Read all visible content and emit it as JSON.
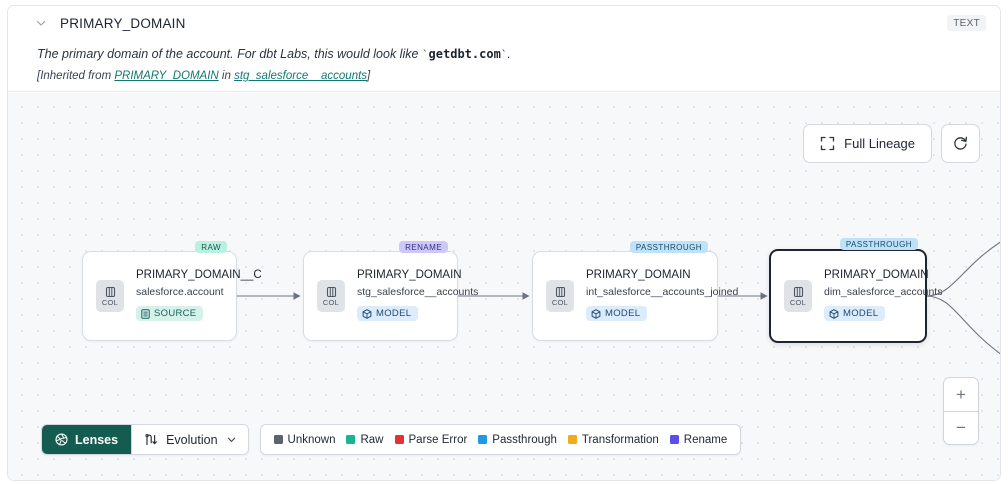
{
  "header": {
    "collapse_icon": "chevron-down-icon",
    "title": "PRIMARY_DOMAIN",
    "type_badge": "TEXT",
    "description_prefix": "The primary domain of the account. For dbt Labs, this would look like ",
    "description_code": "getdbt.com",
    "description_suffix": ".",
    "inherit_open": "[Inherited from ",
    "inherit_link1": "PRIMARY_DOMAIN",
    "inherit_mid": " in ",
    "inherit_link2": "stg_salesforce__accounts",
    "inherit_close": "]"
  },
  "toolbar": {
    "full_lineage_label": "Full Lineage",
    "full_lineage_icon": "expand-corners-icon",
    "refresh_icon": "refresh-icon"
  },
  "graph": {
    "nodes": [
      {
        "chip": "COL",
        "name": "PRIMARY_DOMAIN__C",
        "subtitle": "salesforce.account",
        "kind": "SOURCE",
        "kind_icon": "database-icon",
        "tag": "RAW",
        "tag_class": "tag-raw",
        "selected": false
      },
      {
        "chip": "COL",
        "name": "PRIMARY_DOMAIN",
        "subtitle": "stg_salesforce__accounts",
        "kind": "MODEL",
        "kind_icon": "cube-icon",
        "tag": "RENAME",
        "tag_class": "tag-rename",
        "selected": false
      },
      {
        "chip": "COL",
        "name": "PRIMARY_DOMAIN",
        "subtitle": "int_salesforce__accounts_joined",
        "kind": "MODEL",
        "kind_icon": "cube-icon",
        "tag": "PASSTHROUGH",
        "tag_class": "tag-passthrough",
        "selected": false
      },
      {
        "chip": "COL",
        "name": "PRIMARY_DOMAIN",
        "subtitle": "dim_salesforce_accounts",
        "kind": "MODEL",
        "kind_icon": "cube-icon",
        "tag": "PASSTHROUGH",
        "tag_class": "tag-passthrough",
        "selected": true
      }
    ]
  },
  "bottom": {
    "lenses_label": "Lenses",
    "lenses_icon": "aperture-icon",
    "evolution_label": "Evolution",
    "evolution_icon": "flow-icon",
    "evolution_chevron": "chevron-down-icon",
    "legend": [
      {
        "label": "Unknown",
        "color": "#5b636d"
      },
      {
        "label": "Raw",
        "color": "#19b58f"
      },
      {
        "label": "Parse Error",
        "color": "#e03434"
      },
      {
        "label": "Passthrough",
        "color": "#1f9ae0"
      },
      {
        "label": "Transformation",
        "color": "#f0ab1a"
      },
      {
        "label": "Rename",
        "color": "#5b4ee8"
      }
    ]
  },
  "zoom_controls": {
    "zoom_in": "+",
    "zoom_out": "−"
  }
}
